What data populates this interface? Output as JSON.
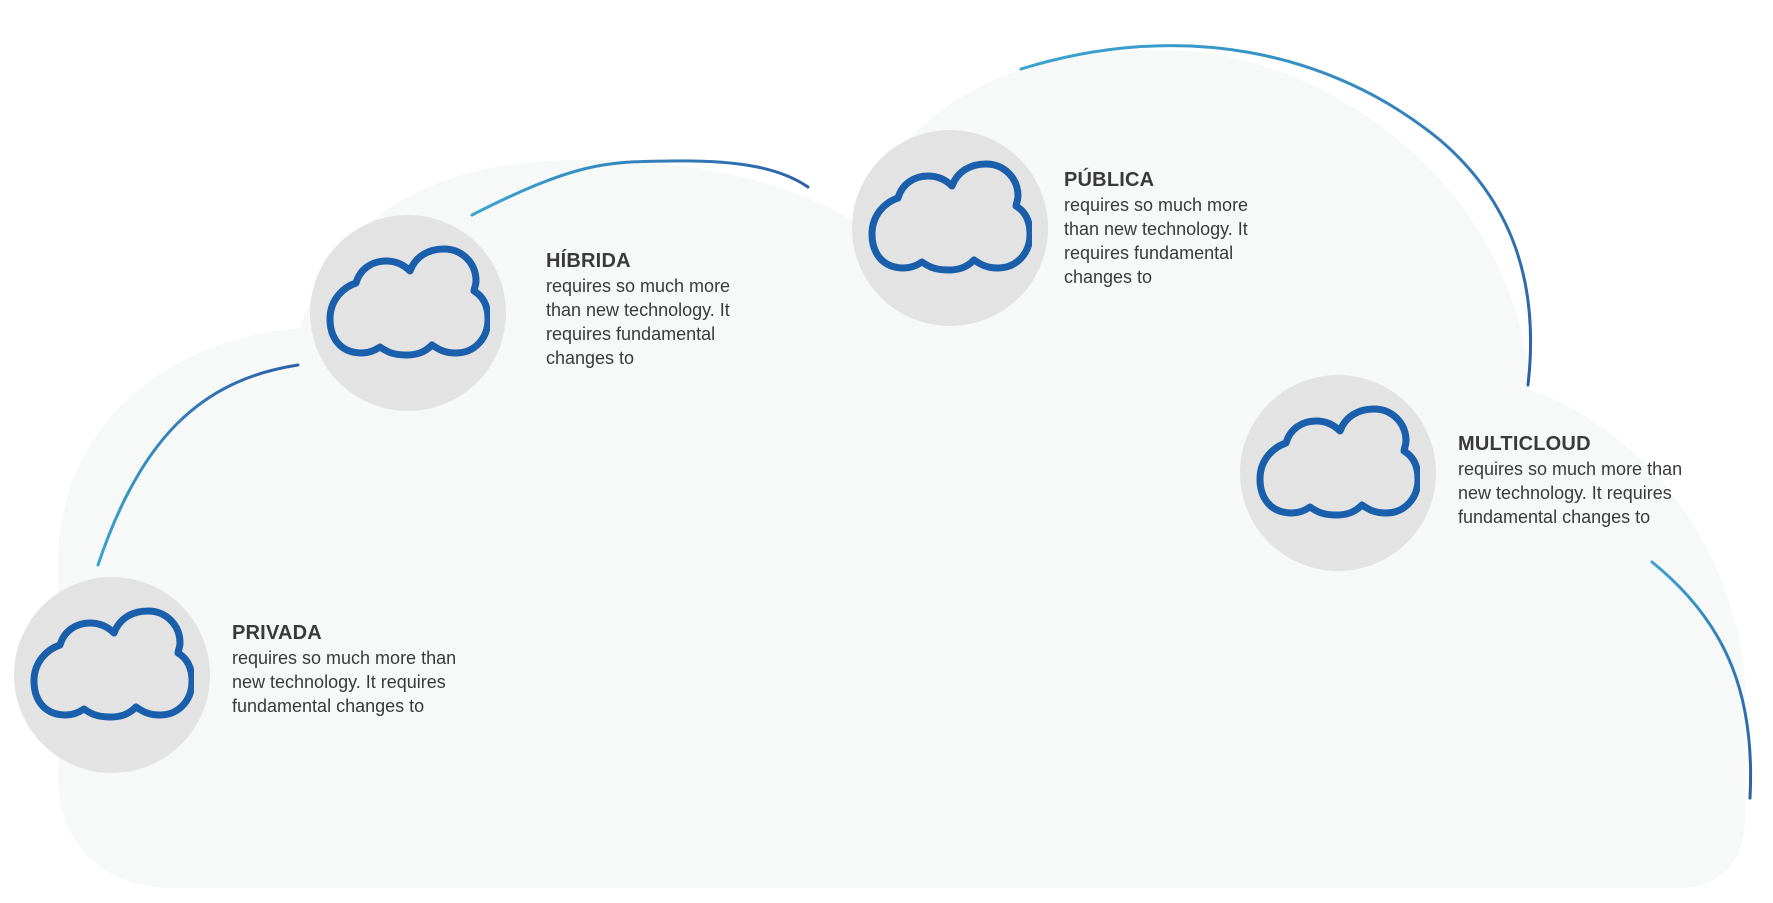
{
  "colors": {
    "cloud_fill": "#f7f8f8",
    "badge_fill": "#e3e3e3",
    "icon_stroke": "#1a5fab",
    "arc_light": "#3aa5cf",
    "arc_dark": "#2c5fa8",
    "text": "#3a3a3a"
  },
  "items": [
    {
      "id": "privada",
      "icon": "cloud-icon",
      "title": "PRIVADA",
      "text": "requires so much more than\nnew technology. It requires\nfundamental changes to"
    },
    {
      "id": "hibrida",
      "icon": "cloud-icon",
      "title": "HÍBRIDA",
      "text": "requires so much more\nthan new technology. It\nrequires fundamental\nchanges to"
    },
    {
      "id": "publica",
      "icon": "cloud-icon",
      "title": "PÚBLICA",
      "text": " requires so much more\nthan new technology. It\nrequires fundamental\nchanges to"
    },
    {
      "id": "multicloud",
      "icon": "cloud-icon",
      "title": "MULTICLOUD",
      "text": "requires so much more than\nnew technology. It requires\nfundamental changes to"
    }
  ]
}
